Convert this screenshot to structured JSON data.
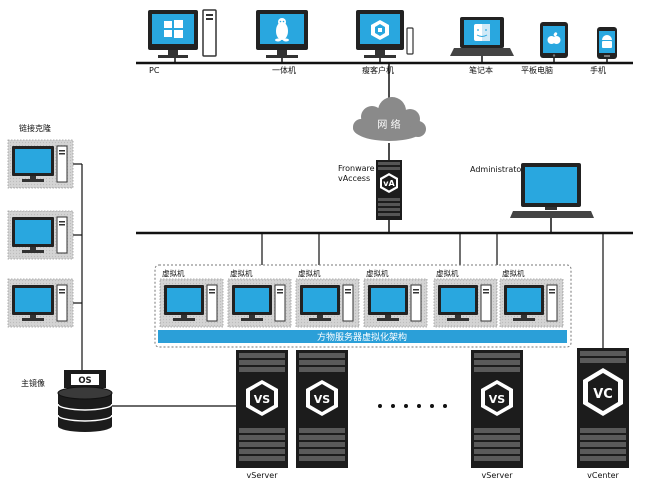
{
  "top_devices": [
    {
      "label": "PC",
      "icon": "windows-icon"
    },
    {
      "label": "一体机",
      "icon": "linux-penguin-icon"
    },
    {
      "label": "瘦客户机",
      "icon": "cube-logo-icon"
    },
    {
      "label": "笔记本",
      "icon": "mac-finder-icon"
    },
    {
      "label": "平板电脑",
      "icon": "apple-icon"
    },
    {
      "label": "手机",
      "icon": "android-icon"
    }
  ],
  "network_label": "网 络",
  "access": {
    "line1": "Fronware",
    "line2": "vAccess",
    "logo": "vA"
  },
  "admin_label": "Administrator",
  "linked_clone_label": "链接克隆",
  "master_image_label": "主镜像",
  "os_badge": "OS",
  "vm_label": "虚拟机",
  "vm_count": 6,
  "platform_label": "方物服务器虚拟化架构",
  "servers": [
    {
      "label": "vServer",
      "logo": "VS"
    },
    {
      "label": "",
      "logo": "VS"
    },
    {
      "label": "vServer",
      "logo": "VS"
    }
  ],
  "vcenter": {
    "label": "vCenter",
    "logo": "VC"
  },
  "colors": {
    "screen": "#29a7df",
    "bar": "#2b9fd8",
    "cloud": "#8a8a8a",
    "server": "#1c1c1c",
    "panel": "#d9d9d9"
  }
}
